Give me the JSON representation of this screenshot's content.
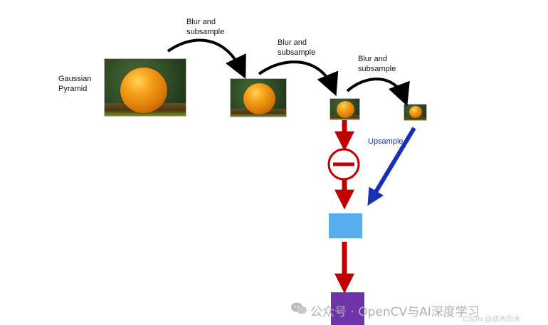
{
  "labels": {
    "pyramid": "Gaussian\nPyramid",
    "blur_1": "Blur and\nsubsample",
    "blur_2": "Blur and\nsubsample",
    "blur_3": "Blur and\nsubsample",
    "upsample": "Upsample"
  },
  "watermark": {
    "main": "公众号 · OpenCV与AI深度学习",
    "csdn": "CSDN @双木的木"
  },
  "colors": {
    "black_arrow": "#000000",
    "red_arrow": "#c00000",
    "blue_arrow": "#1a2fb8",
    "light_blue_box": "#5aaef0",
    "purple_box": "#6f33aa",
    "minus_circle": "#c00000"
  }
}
